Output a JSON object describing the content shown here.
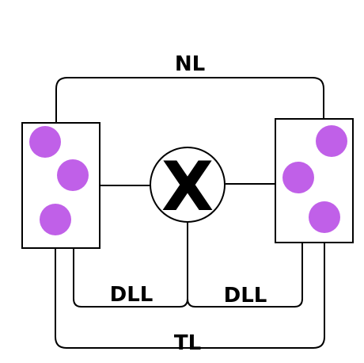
{
  "labels": {
    "top_loop": "NL",
    "left_inner_loop": "DLL",
    "right_inner_loop": "DLL",
    "outer_bottom_loop": "TL",
    "center_symbol": "X"
  },
  "colors": {
    "dot_fill": "#c060e8",
    "stroke": "#000000",
    "background": "#ffffff"
  }
}
